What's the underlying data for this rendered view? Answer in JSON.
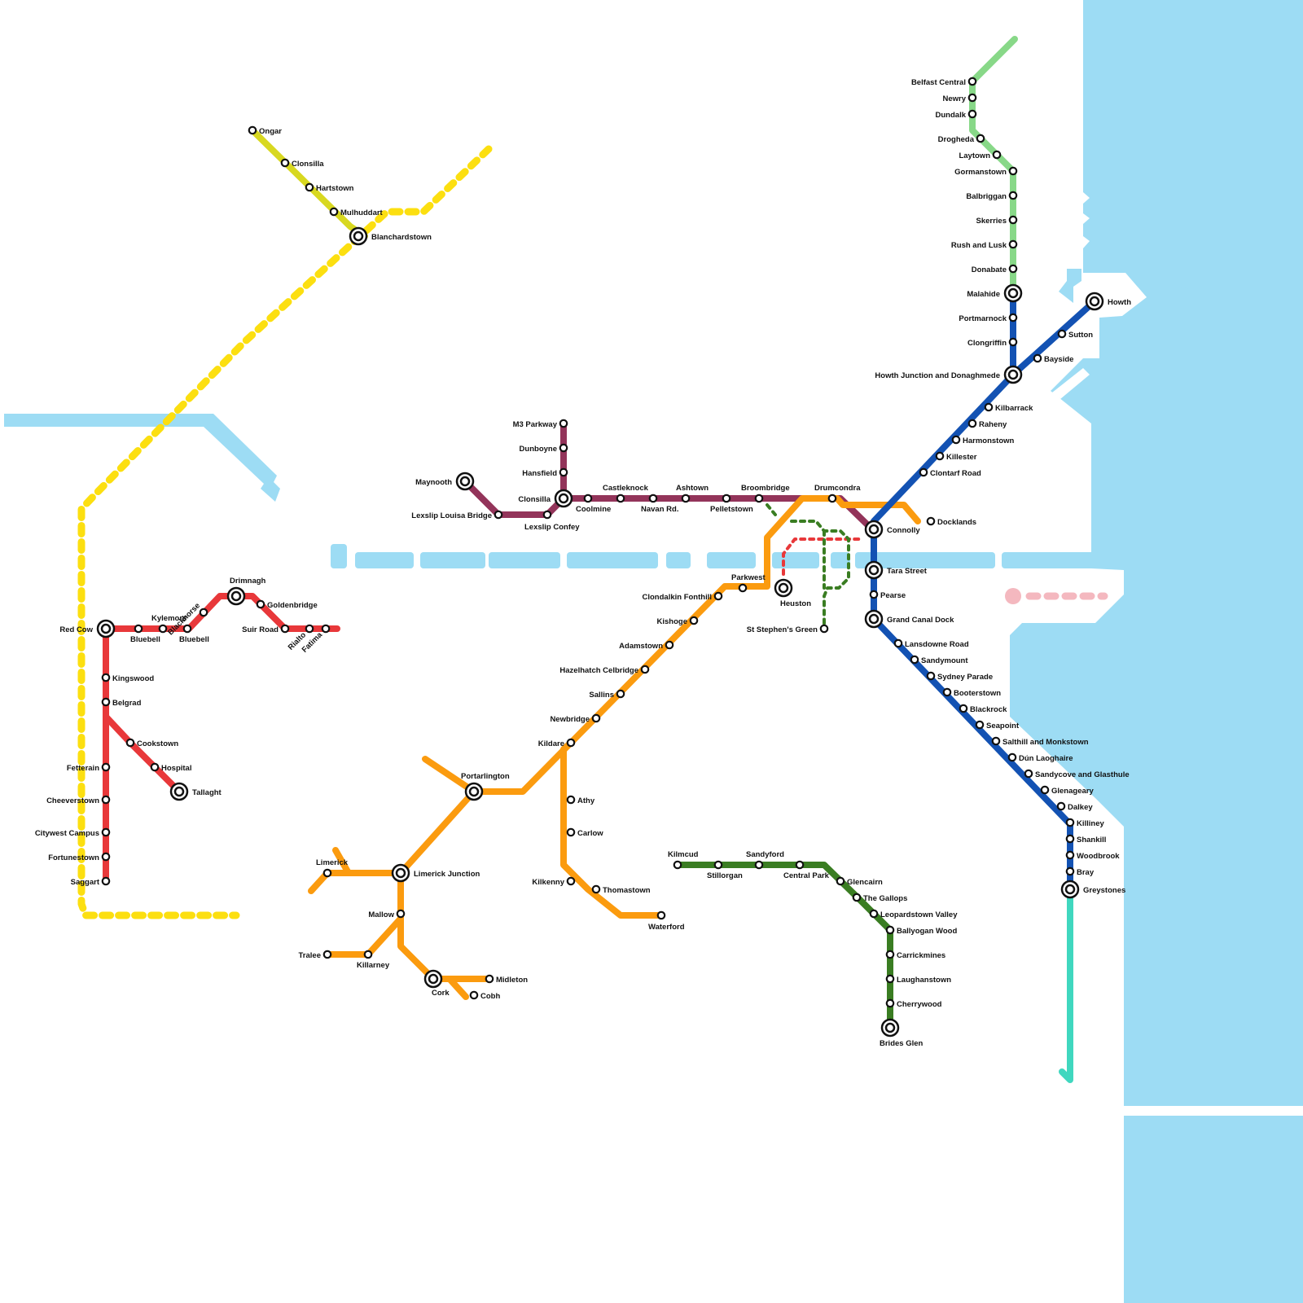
{
  "colors": {
    "water": "#9ddcf4",
    "red": "#e8383a",
    "yellow": "#fcdf10",
    "olive": "#d8d820",
    "maroon": "#93345a",
    "orange": "#fb9b0f",
    "blue": "#1352b3",
    "lightgreen": "#88d888",
    "darkgreen": "#3a7d22",
    "teal": "#40d7bf",
    "pink": "#f4b8bf"
  },
  "stations": {
    "ongar": "Ongar",
    "clonsilla_n": "Clonsilla",
    "hartstown": "Hartstown",
    "mulhuddart": "Mulhuddart",
    "blanchardstown": "Blanchardstown",
    "belfast_central": "Belfast Central",
    "newry": "Newry",
    "dundalk": "Dundalk",
    "drogheda": "Drogheda",
    "laytown": "Laytown",
    "gormanstown": "Gormanstown",
    "balbriggan": "Balbriggan",
    "skerries": "Skerries",
    "rush_lusk": "Rush and Lusk",
    "donabate": "Donabate",
    "malahide": "Malahide",
    "portmarnock": "Portmarnock",
    "clongriffin": "Clongriffin",
    "howth_junction": "Howth Junction and Donaghmede",
    "howth": "Howth",
    "sutton": "Sutton",
    "bayside": "Bayside",
    "kilbarrack": "Kilbarrack",
    "raheny": "Raheny",
    "harmonstown": "Harmonstown",
    "killester": "Killester",
    "clontarf": "Clontarf Road",
    "connolly": "Connolly",
    "docklands": "Docklands",
    "tara": "Tara Street",
    "pearse": "Pearse",
    "grand_canal": "Grand Canal Dock",
    "lansdowne": "Lansdowne Road",
    "sandymount": "Sandymount",
    "sydney": "Sydney Parade",
    "booterstown": "Booterstown",
    "blackrock": "Blackrock",
    "seapoint": "Seapoint",
    "salthill": "Salthill and Monkstown",
    "dun_laoghaire": "Dún Laoghaire",
    "sandycove": "Sandycove and Glasthule",
    "glenageary": "Glenageary",
    "dalkey": "Dalkey",
    "killiney": "Killiney",
    "shankill": "Shankill",
    "woodbrook": "Woodbrook",
    "bray": "Bray",
    "greystones": "Greystones",
    "m3": "M3 Parkway",
    "dunboyne": "Dunboyne",
    "hansfield": "Hansfield",
    "clonsilla": "Clonsilla",
    "maynooth": "Maynooth",
    "lexslip_lb": "Lexslip Louisa Bridge",
    "lexslip_c": "Lexslip Confey",
    "coolmine": "Coolmine",
    "castleknock": "Castleknock",
    "navan": "Navan Rd.",
    "ashtown": "Ashtown",
    "pelletstown": "Pelletstown",
    "broombridge": "Broombridge",
    "drumcondra": "Drumcondra",
    "parkwest": "Parkwest",
    "heuston": "Heuston",
    "ssg": "St Stephen's Green",
    "clondalkin": "Clondalkin Fonthill",
    "kishoge": "Kishoge",
    "adamstown": "Adamstown",
    "hazelhatch": "Hazelhatch Celbridge",
    "sallins": "Sallins",
    "newbridge": "Newbridge",
    "kildare": "Kildare",
    "portarlington": "Portarlington",
    "athy": "Athy",
    "carlow": "Carlow",
    "kilkenny": "Kilkenny",
    "thomastown": "Thomastown",
    "waterford": "Waterford",
    "limerick": "Limerick",
    "limerick_j": "Limerick Junction",
    "mallow": "Mallow",
    "tralee": "Tralee",
    "killarney": "Killarney",
    "cork": "Cork",
    "cobh": "Cobh",
    "midleton": "Midleton",
    "red_cow": "Red Cow",
    "bluebell1": "Bluebell",
    "kylemore": "Kylemore",
    "bluebell2": "Bluebell",
    "blackhorse": "Blackhorse",
    "drimnagh": "Drimnagh",
    "goldenbridge": "Goldenbridge",
    "suir_road": "Suir Road",
    "rialto": "Rialto",
    "fatima": "Fatima",
    "kingswood": "Kingswood",
    "belgrad": "Belgrad",
    "cookstown": "Cookstown",
    "hospital": "Hospital",
    "tallaght": "Tallaght",
    "fetterain": "Fetterain",
    "cheeverstown": "Cheeverstown",
    "citywest": "Citywest Campus",
    "fortunestown": "Fortunestown",
    "saggart": "Saggart",
    "kilmcud": "Kilmcud",
    "stillorgan": "Stillorgan",
    "sandyford": "Sandyford",
    "central_park": "Central Park",
    "glencairn": "Glencairn",
    "gallops": "The Gallops",
    "leopardstown": "Leopardstown Valley",
    "ballyogan": "Ballyogan Wood",
    "carrickmines": "Carrickmines",
    "laughanstown": "Laughanstown",
    "cherrywood": "Cherrywood",
    "brides_glen": "Brides Glen"
  }
}
